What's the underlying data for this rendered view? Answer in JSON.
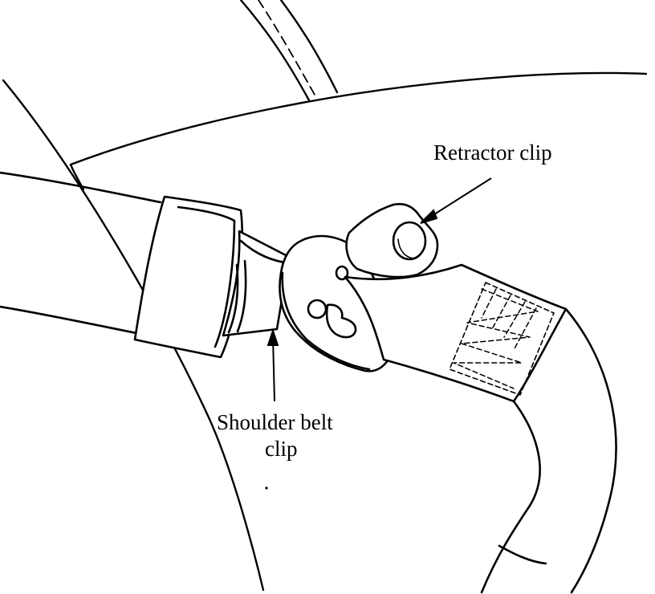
{
  "labels": {
    "retractor_clip": "Retractor clip",
    "shoulder_belt_line1": "Shoulder belt",
    "shoulder_belt_line2": "clip"
  },
  "colors": {
    "ink": "#000000",
    "paper": "#ffffff"
  }
}
